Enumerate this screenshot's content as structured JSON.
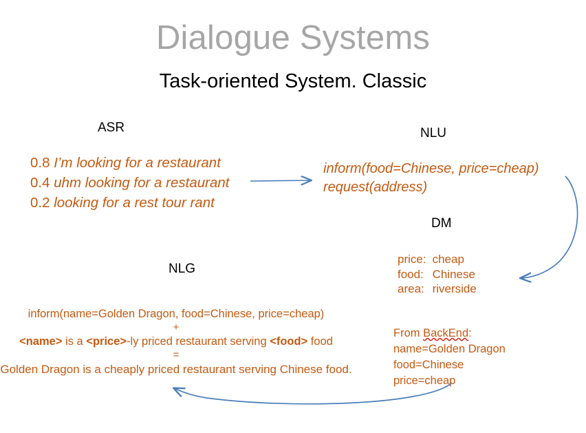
{
  "slide": {
    "title": "Dialogue Systems",
    "subtitle": "Task-oriented System. Classic",
    "title_color": "#a6a6a6",
    "accent_color": "#c55a11",
    "arrow_color": "#4a7ebb",
    "background": "#ffffff"
  },
  "labels": {
    "asr": "ASR",
    "nlu": "NLU",
    "dm": "DM",
    "nlg": "NLG"
  },
  "asr": {
    "hypotheses": [
      {
        "score": "0.8",
        "text": "I’m looking for a restaurant"
      },
      {
        "score": "0.4",
        "text": "uhm looking for a restaurant"
      },
      {
        "score": "0.2",
        "text": "looking for a rest tour rant"
      }
    ]
  },
  "nlu": {
    "lines": [
      "inform(food=Chinese, price=cheap)",
      "request(address)"
    ]
  },
  "dm": {
    "state": [
      {
        "key": "price:",
        "value": "cheap"
      },
      {
        "key": "food:",
        "value": "Chinese"
      },
      {
        "key": "area:",
        "value": "riverside"
      }
    ]
  },
  "backend": {
    "heading_prefix": "From ",
    "heading_term": "BackEnd",
    "heading_suffix": ":",
    "lines": [
      "name=Golden Dragon",
      "food=Chinese",
      "price=cheap"
    ]
  },
  "nlg": {
    "act": "inform(name=Golden Dragon, food=Chinese, price=cheap)",
    "plus": "+",
    "template": {
      "name_ph": "<name>",
      "mid1": " is a ",
      "price_ph": "<price>",
      "mid2": "-ly priced restaurant serving ",
      "food_ph": "<food>",
      "mid3": " food"
    },
    "equals": "=",
    "realization": "Golden Dragon is a cheaply priced restaurant serving Chinese food."
  },
  "arrows": [
    {
      "name": "asr-to-nlu-arrow",
      "kind": "straight"
    },
    {
      "name": "nlu-to-dm-arrow",
      "kind": "curve-right"
    },
    {
      "name": "backend-to-nlg-arrow",
      "kind": "curve-bottom"
    }
  ]
}
